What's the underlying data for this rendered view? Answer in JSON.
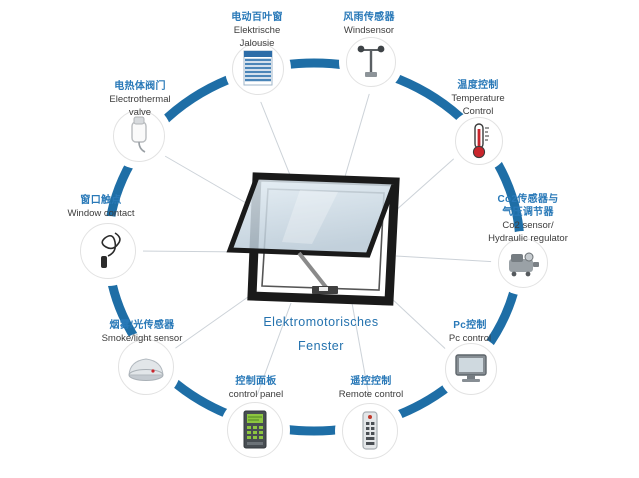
{
  "colors": {
    "ring_blue": "#1e6ea6",
    "label_zh_blue": "#2979b8",
    "label_en_dark": "#3c3c3c",
    "center_title_blue": "#2472ae",
    "thermometer_red": "#c9252c",
    "panel_green": "#8dc63f"
  },
  "center": {
    "title_line1": "Elektromotorisches",
    "title_line2": "Fenster"
  },
  "nodes": [
    {
      "id": "electric-jalousie",
      "icon": "jalousie-icon",
      "lines_zh": [
        "电动百叶窗"
      ],
      "lines_en": [
        "Elektrische",
        "Jalousie"
      ]
    },
    {
      "id": "wind-sensor",
      "icon": "windsensor-icon",
      "lines_zh": [
        "风雨传感器"
      ],
      "lines_en": [
        "Windsensor"
      ]
    },
    {
      "id": "temperature-control",
      "icon": "thermometer-icon",
      "lines_zh": [
        "温度控制"
      ],
      "lines_en": [
        "Temperature",
        "Control"
      ]
    },
    {
      "id": "co2-sensor-hydraulic-regulator",
      "icon": "regulator-icon",
      "lines_zh": [
        "Co2传感器与",
        "气压调节器"
      ],
      "lines_en": [
        "Co2 sensor/",
        "Hydraulic regulator"
      ]
    },
    {
      "id": "pc-control",
      "icon": "monitor-icon",
      "lines_zh": [
        "Pc控制"
      ],
      "lines_en": [
        "Pc control"
      ]
    },
    {
      "id": "remote-control",
      "icon": "remote-icon",
      "lines_zh": [
        "遥控控制"
      ],
      "lines_en": [
        "Remote control"
      ]
    },
    {
      "id": "control-panel",
      "icon": "control-panel-icon",
      "lines_zh": [
        "控制面板"
      ],
      "lines_en": [
        "control panel"
      ]
    },
    {
      "id": "smoke-light-sensor",
      "icon": "smoke-detector-icon",
      "lines_zh": [
        "烟雾/光传感器"
      ],
      "lines_en": [
        "Smoke/light sensor"
      ]
    },
    {
      "id": "window-contact",
      "icon": "cable-icon",
      "lines_zh": [
        "窗口触点"
      ],
      "lines_en": [
        "Window contact"
      ]
    },
    {
      "id": "electrothermal-valve",
      "icon": "valve-icon",
      "lines_zh": [
        "电热体阀门"
      ],
      "lines_en": [
        "Electrothermal",
        "valve"
      ]
    }
  ]
}
